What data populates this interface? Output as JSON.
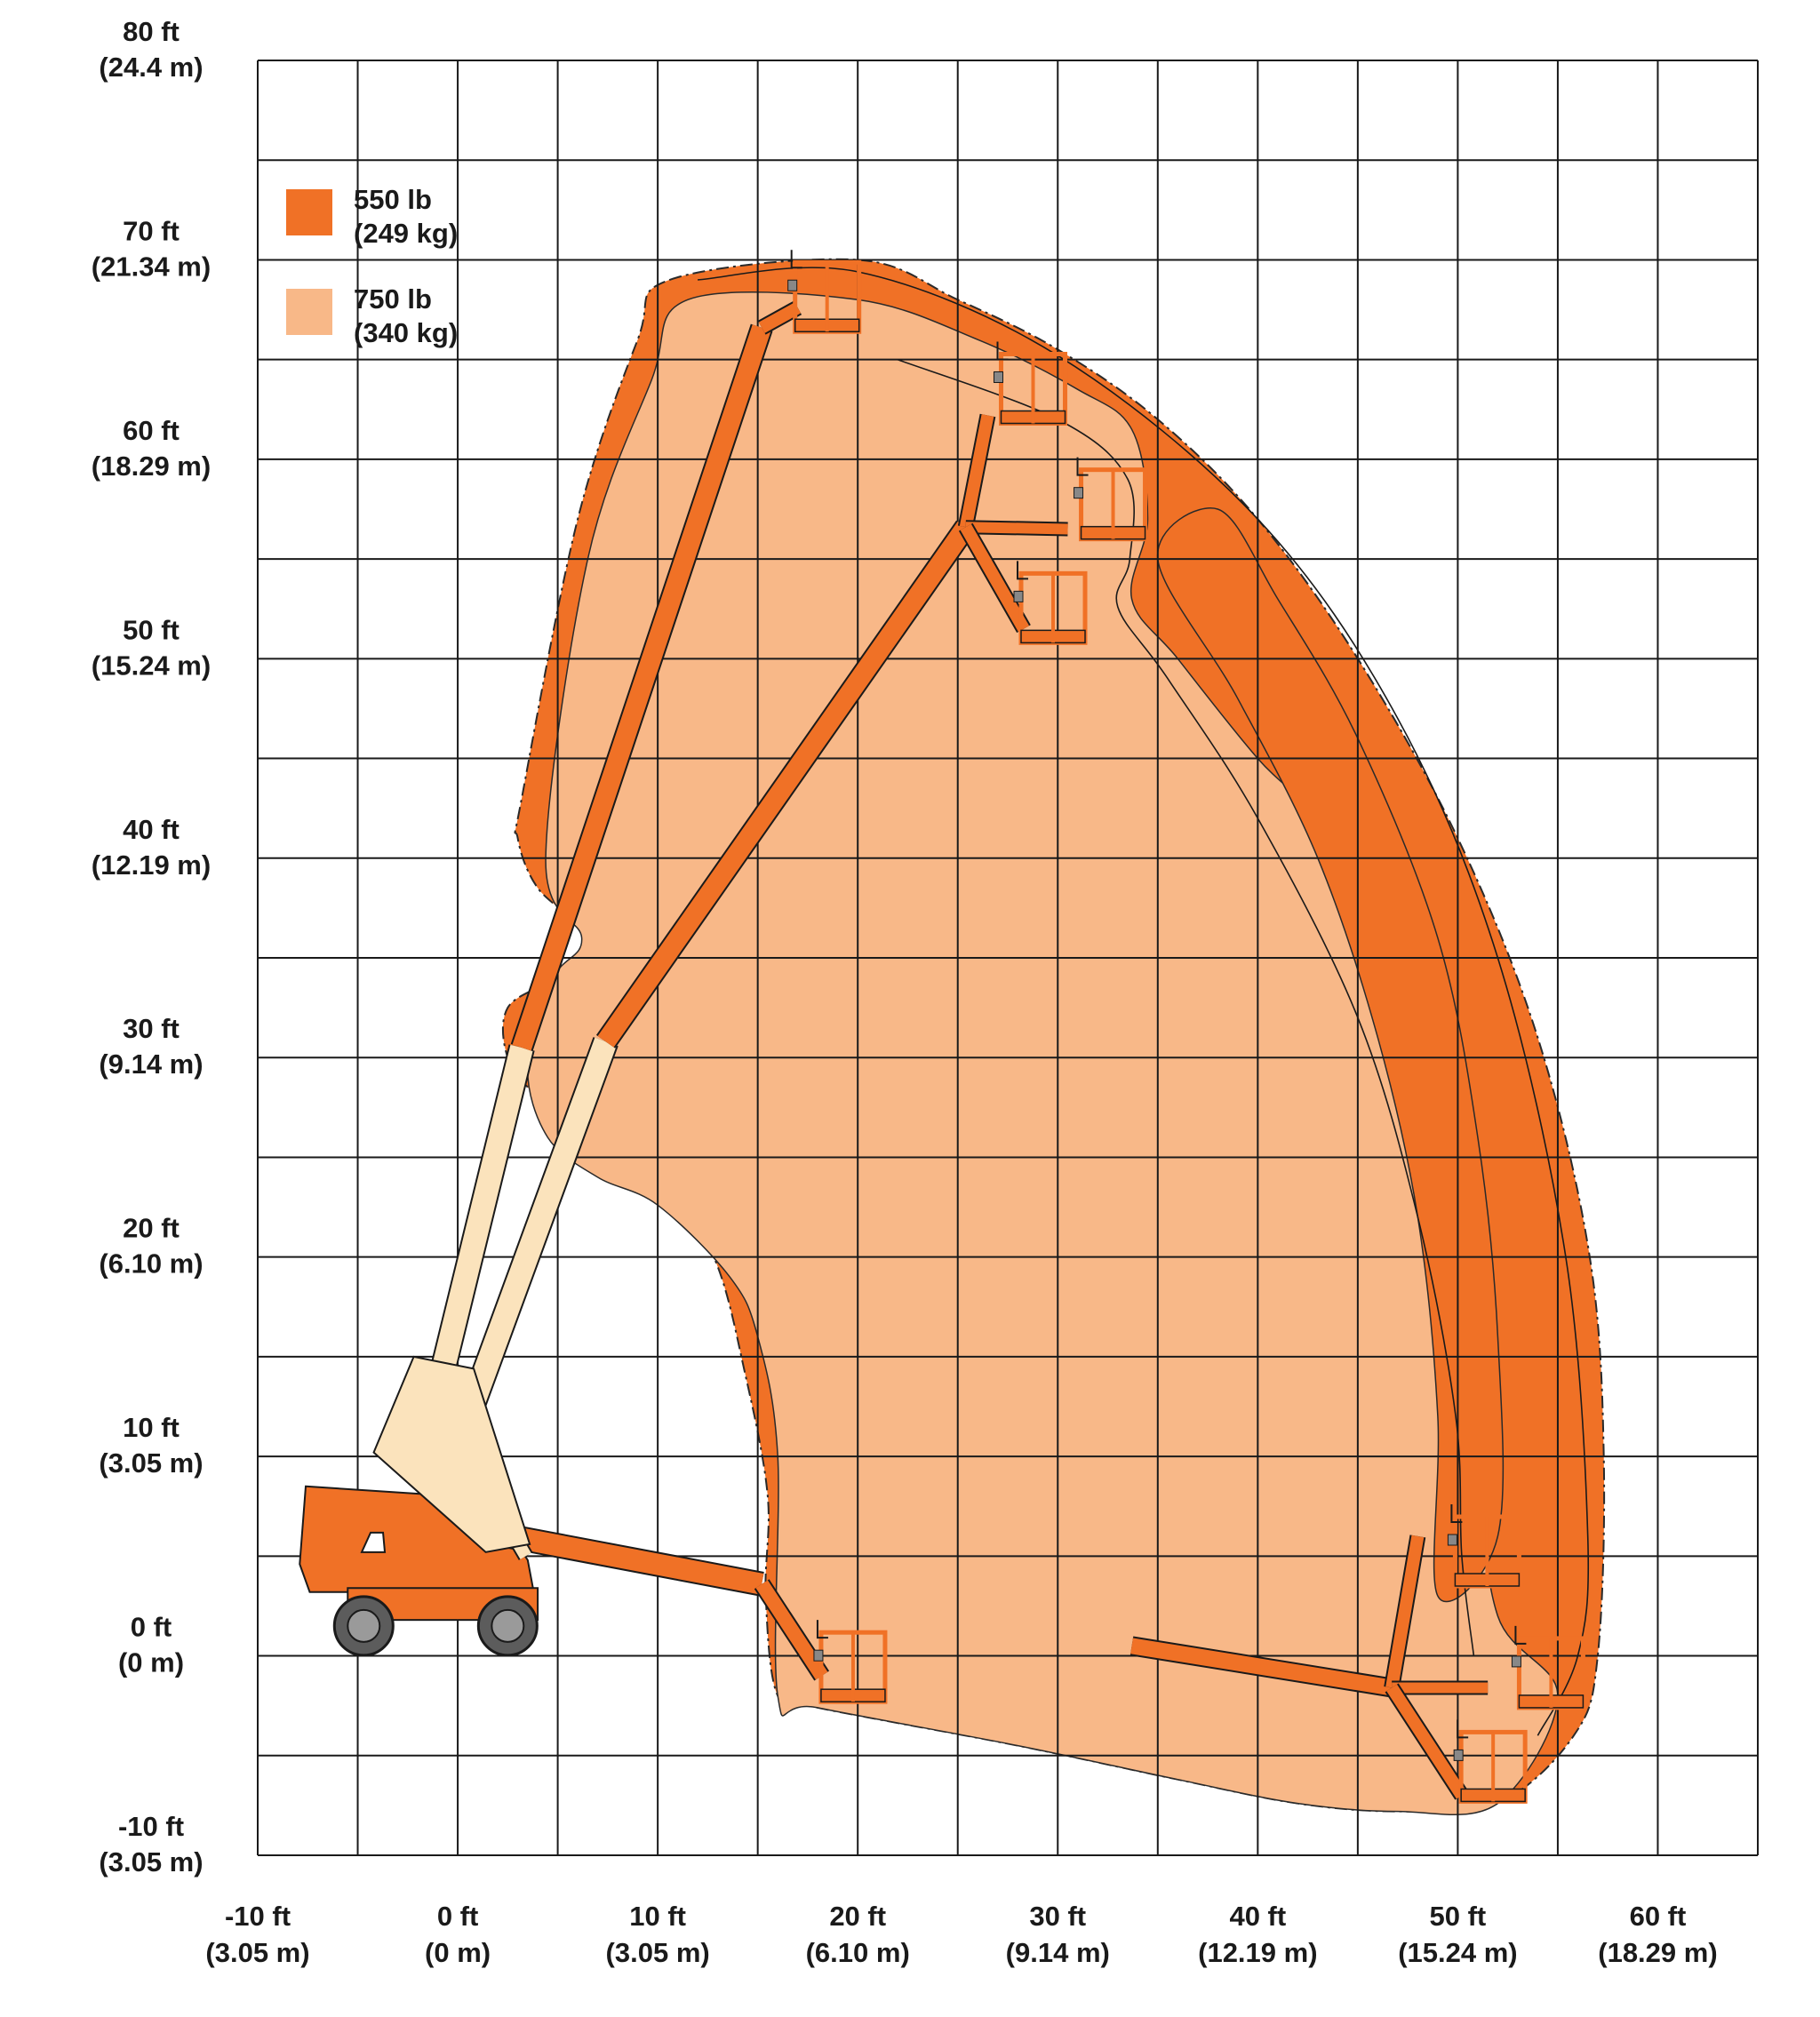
{
  "chart_data": {
    "type": "diagram",
    "title": "",
    "x_axis": {
      "range_ft": [
        -10,
        65
      ],
      "ticks": [
        {
          "value": -10,
          "ft": "-10 ft",
          "m": "(3.05 m)"
        },
        {
          "value": 0,
          "ft": "0 ft",
          "m": "(0 m)"
        },
        {
          "value": 10,
          "ft": "10 ft",
          "m": "(3.05 m)"
        },
        {
          "value": 20,
          "ft": "20 ft",
          "m": "(6.10 m)"
        },
        {
          "value": 30,
          "ft": "30 ft",
          "m": "(9.14 m)"
        },
        {
          "value": 40,
          "ft": "40 ft",
          "m": "(12.19 m)"
        },
        {
          "value": 50,
          "ft": "50 ft",
          "m": "(15.24 m)"
        },
        {
          "value": 60,
          "ft": "60 ft",
          "m": "(18.29 m)"
        }
      ]
    },
    "y_axis": {
      "range_ft": [
        -10,
        80
      ],
      "ticks": [
        {
          "value": 80,
          "ft": "80 ft",
          "m": "(24.4 m)"
        },
        {
          "value": 70,
          "ft": "70 ft",
          "m": "(21.34 m)"
        },
        {
          "value": 60,
          "ft": "60 ft",
          "m": "(18.29 m)"
        },
        {
          "value": 50,
          "ft": "50 ft",
          "m": "(15.24 m)"
        },
        {
          "value": 40,
          "ft": "40 ft",
          "m": "(12.19 m)"
        },
        {
          "value": 30,
          "ft": "30 ft",
          "m": "(9.14 m)"
        },
        {
          "value": 20,
          "ft": "20 ft",
          "m": "(6.10 m)"
        },
        {
          "value": 10,
          "ft": "10 ft",
          "m": "(3.05 m)"
        },
        {
          "value": 0,
          "ft": "0 ft",
          "m": "(0 m)"
        },
        {
          "value": -10,
          "ft": "-10 ft",
          "m": "(3.05 m)"
        }
      ]
    },
    "grid": true,
    "grid_step_ft": 5,
    "legend": {
      "placement": "top-left",
      "items": [
        {
          "line1": "550 lb",
          "line2": "(249 kg)",
          "color": "#f07126"
        },
        {
          "line1": "750 lb",
          "line2": "(340 kg)",
          "color": "#f8b888"
        }
      ]
    },
    "envelopes": [
      {
        "label": "550 lb",
        "color": "#f07126",
        "outline_ft": [
          [
            10.6,
            69
          ],
          [
            20,
            70
          ],
          [
            25,
            68
          ],
          [
            30,
            65.5
          ],
          [
            35,
            62
          ],
          [
            40,
            57
          ],
          [
            45,
            50
          ],
          [
            50,
            41
          ],
          [
            54,
            31
          ],
          [
            56.6,
            20
          ],
          [
            57.3,
            10
          ],
          [
            57,
            0
          ],
          [
            55.8,
            -4
          ],
          [
            52,
            -7.4
          ],
          [
            47,
            -7.8
          ],
          [
            42,
            -7.4
          ],
          [
            36,
            -6.2
          ],
          [
            28,
            -4.5
          ],
          [
            18,
            -2.6
          ],
          [
            16,
            -2
          ],
          [
            15.4,
            3
          ],
          [
            15.5,
            8
          ],
          [
            14.4,
            14
          ],
          [
            12.8,
            20
          ],
          [
            10,
            24
          ],
          [
            6,
            26.5
          ],
          [
            4,
            28
          ],
          [
            2.5,
            30
          ],
          [
            2.5,
            32.5
          ],
          [
            4.8,
            34
          ],
          [
            6.5,
            36
          ],
          [
            4,
            38.5
          ],
          [
            3,
            41
          ],
          [
            3.2,
            43
          ],
          [
            6,
            57
          ],
          [
            9,
            66
          ]
        ]
      },
      {
        "label": "750 lb",
        "color": "#f8b888",
        "outline_ft": [
          [
            11.5,
            68
          ],
          [
            20,
            68
          ],
          [
            26,
            66
          ],
          [
            31,
            63.5
          ],
          [
            33.7,
            61.5
          ],
          [
            34.5,
            57
          ],
          [
            33.7,
            53
          ],
          [
            36,
            50
          ],
          [
            40,
            45
          ],
          [
            43.4,
            41.5
          ],
          [
            47,
            35
          ],
          [
            49.7,
            28
          ],
          [
            50.5,
            20
          ],
          [
            51,
            10
          ],
          [
            52,
            2
          ],
          [
            55,
            -2
          ],
          [
            52,
            -7.4
          ],
          [
            47,
            -7.8
          ],
          [
            42,
            -7.4
          ],
          [
            36,
            -6.2
          ],
          [
            28,
            -4.5
          ],
          [
            18,
            -2.6
          ],
          [
            16,
            -2
          ],
          [
            16,
            10
          ],
          [
            15,
            16
          ],
          [
            13.6,
            19
          ],
          [
            10,
            22.6
          ],
          [
            7,
            24
          ],
          [
            4.5,
            26
          ],
          [
            3.5,
            29.6
          ],
          [
            4.8,
            34
          ],
          [
            6.2,
            36
          ],
          [
            4.4,
            40
          ],
          [
            6.5,
            55
          ],
          [
            9.7,
            64
          ]
        ]
      },
      {
        "label": "",
        "color": "#f07126",
        "outline_ft": [
          [
            35,
            55
          ],
          [
            38,
            57.5
          ],
          [
            41,
            53
          ],
          [
            45,
            46
          ],
          [
            49,
            36
          ],
          [
            51,
            26
          ],
          [
            52,
            16
          ],
          [
            52,
            6
          ],
          [
            49,
            3
          ],
          [
            49,
            12
          ],
          [
            48,
            22
          ],
          [
            46,
            31
          ],
          [
            43,
            40
          ],
          [
            39,
            48
          ]
        ]
      }
    ],
    "reach_arcs": [
      {
        "points_ft": [
          [
            12,
            69
          ],
          [
            20,
            69.4
          ],
          [
            30,
            65.2
          ],
          [
            40,
            57
          ],
          [
            47,
            47
          ],
          [
            52,
            35
          ],
          [
            55.4,
            20
          ],
          [
            56.5,
            6
          ],
          [
            56,
            0
          ],
          [
            54,
            -4
          ]
        ]
      },
      {
        "points_ft": [
          [
            22,
            65
          ],
          [
            30,
            62
          ],
          [
            33.5,
            59
          ],
          [
            33.6,
            55
          ],
          [
            33,
            52.6
          ],
          [
            35.5,
            49
          ],
          [
            40,
            42
          ],
          [
            45,
            32
          ],
          [
            48,
            22
          ],
          [
            49.9,
            12
          ],
          [
            50.2,
            5
          ],
          [
            50.8,
            0
          ]
        ]
      }
    ],
    "machine": {
      "wheel_color": "#5c5c5c",
      "body_color": "#f07126",
      "boom_color": "#fbe3bc"
    }
  }
}
